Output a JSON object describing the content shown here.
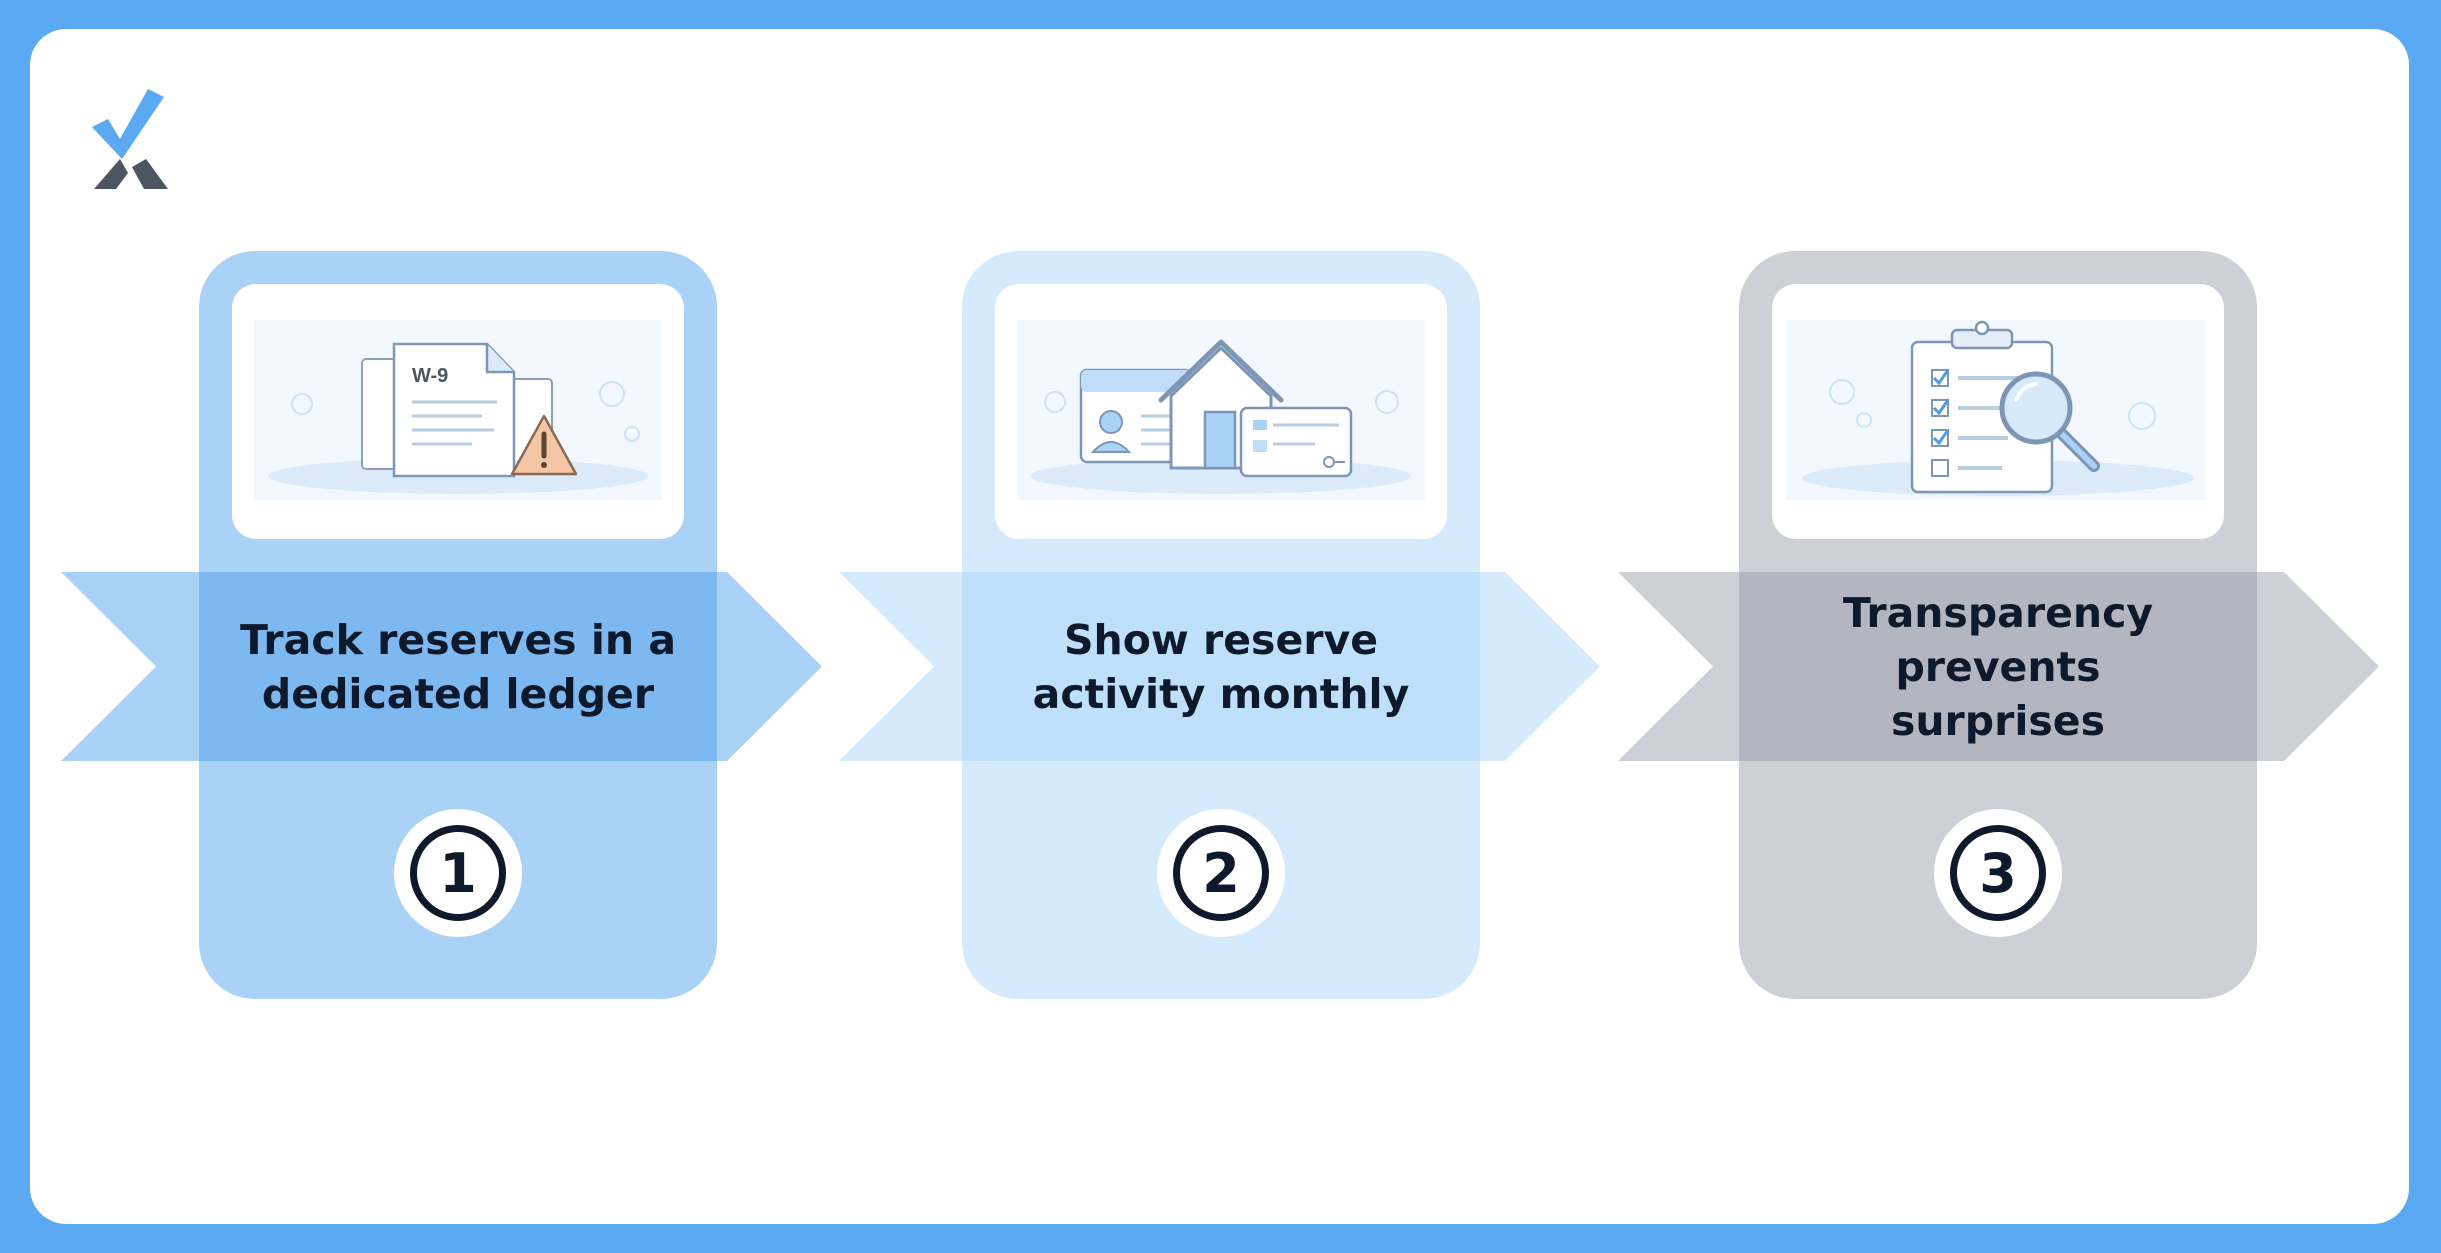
{
  "steps": [
    {
      "label": "Track reserves in a dedicated ledger",
      "number": "1",
      "icon": "w9-document-warning-icon",
      "doc_label": "W-9"
    },
    {
      "label": "Show reserve activity monthly",
      "number": "2",
      "icon": "house-id-cards-icon"
    },
    {
      "label": "Transparency prevents surprises",
      "number": "3",
      "icon": "checklist-magnifier-icon"
    }
  ],
  "colors": {
    "frame": "#5AA9F2",
    "step1_card": "#A9D2F6",
    "step1_arrow": "#A9D2F6",
    "step1_overlap": "#7DB8F1",
    "step2_card": "#D5EBFD",
    "step2_arrow": "#D5EBFD",
    "step2_overlap": "#BEE0FB",
    "step3_card": "#CDD0D6",
    "step3_arrow": "#CDD0D6",
    "step3_overlap": "#B3B6C0",
    "text": "#0e1a2b"
  }
}
